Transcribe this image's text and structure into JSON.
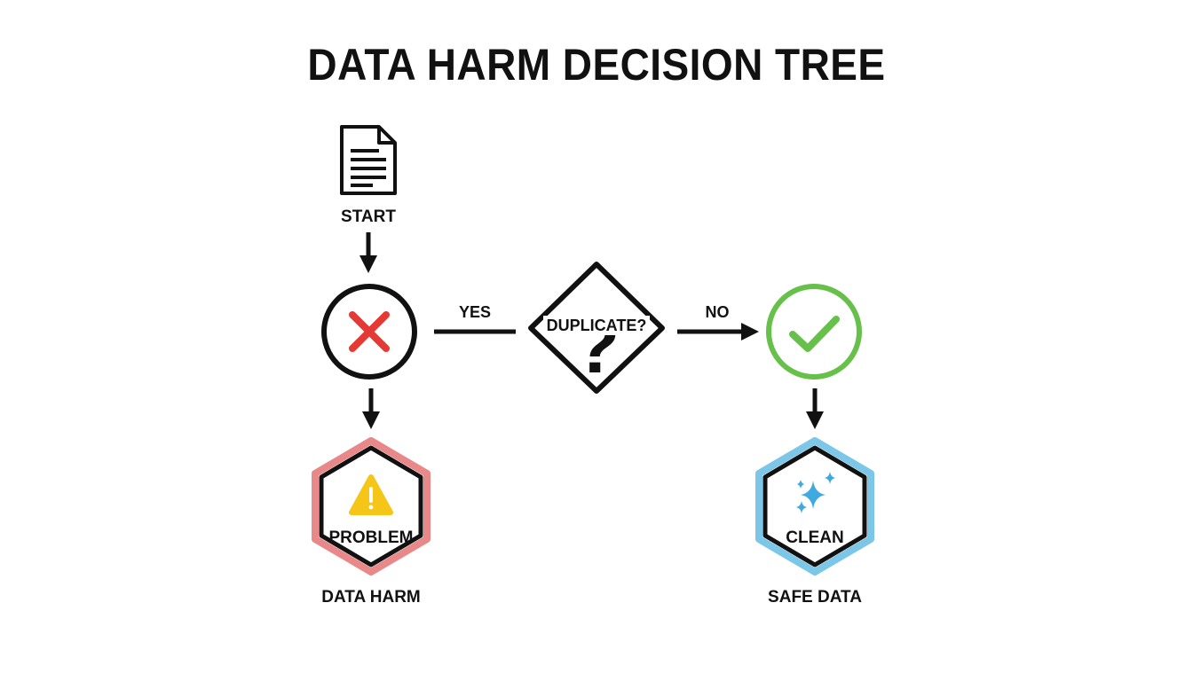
{
  "title": "DATA HARM DECISION TREE",
  "nodes": {
    "start": {
      "label": "START",
      "icon": "document-icon"
    },
    "reject": {
      "icon": "x-mark-icon",
      "color": "#e53935"
    },
    "decision": {
      "label": "DUPLICATE?",
      "icon": "question-mark-icon"
    },
    "accept": {
      "icon": "check-mark-icon",
      "color": "#66c04a"
    },
    "problem": {
      "label": "PROBLEM",
      "caption": "DATA HARM",
      "icon": "warning-icon",
      "border_color": "#e57373",
      "icon_color": "#f5c518"
    },
    "clean": {
      "label": "CLEAN",
      "caption": "SAFE DATA",
      "icon": "sparkles-icon",
      "border_color": "#6ec1e4",
      "icon_color": "#3fa9e0"
    }
  },
  "edges": {
    "yes_label": "YES",
    "no_label": "NO"
  }
}
